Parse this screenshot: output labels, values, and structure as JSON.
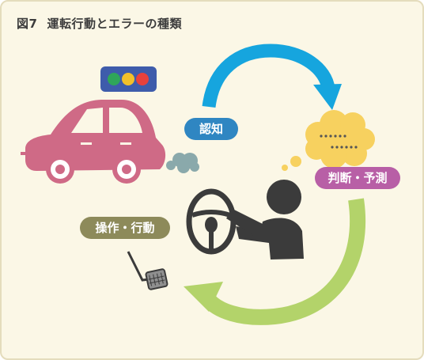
{
  "title": {
    "figure_number": "図7",
    "text": "運転行動とエラーの種類"
  },
  "labels": {
    "recognition": "認知",
    "judgment": "判断・予測",
    "operation": "操作・行動"
  },
  "colors": {
    "background": "#fbf7e6",
    "border": "#e4dcbc",
    "recognition": "#2f86c2",
    "judgment": "#b85fa6",
    "operation": "#8d8a5a",
    "arrow_blue": "#16a5de",
    "arrow_green": "#b3d36a",
    "car": "#cf6a86",
    "thought": "#f7d15f",
    "person": "#3b3b3b",
    "traffic_light": "#3e5cab"
  },
  "icons": [
    "traffic-light-icon",
    "car-icon",
    "exhaust-cloud-icon",
    "thought-bubble-icon",
    "steering-wheel-icon",
    "driver-icon",
    "pedal-icon"
  ]
}
